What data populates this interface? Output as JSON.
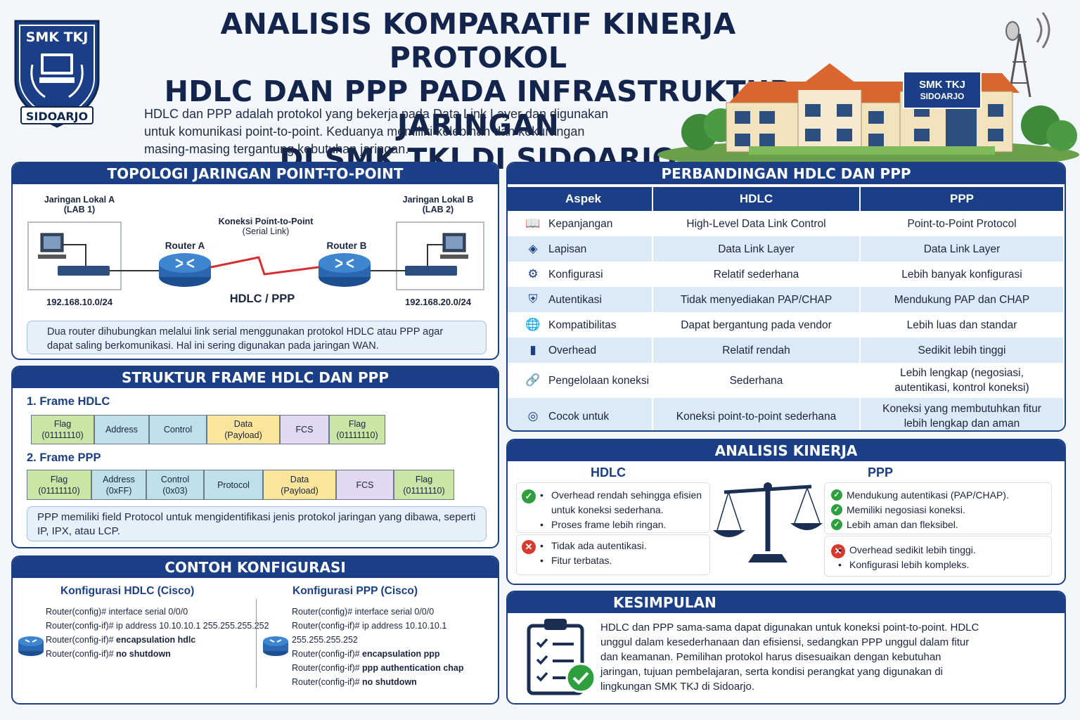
{
  "logo": {
    "top": "SMK TKJ",
    "bottom": "SIDOARJO"
  },
  "title": [
    "ANALISIS KOMPARATIF KINERJA PROTOKOL",
    "HDLC DAN PPP PADA INFRASTRUKTUR JARINGAN",
    "DI SMK TKJ DI SIDOARJO"
  ],
  "intro": "HDLC dan PPP adalah protokol yang bekerja pada Data Link Layer dan digunakan untuk komunikasi point-to-point. Keduanya memiliki kelebihan dan kekurangan masing-masing tergantung kebutuhan jaringan.",
  "building_sign": [
    "SMK TKJ",
    "SIDOARJO"
  ],
  "topology": {
    "header": "TOPOLOGI JARINGAN POINT-TO-POINT",
    "lan_a": [
      "Jaringan Lokal A",
      "(LAB 1)"
    ],
    "lan_b": [
      "Jaringan Lokal B",
      "(LAB 2)"
    ],
    "link": [
      "Koneksi Point-to-Point",
      "(Serial Link)"
    ],
    "router_a": "Router A",
    "router_b": "Router B",
    "ip_a": "192.168.10.0/24",
    "ip_b": "192.168.20.0/24",
    "protocol": "HDLC / PPP",
    "note": "Dua router dihubungkan melalui link serial menggunakan protokol HDLC atau PPP agar dapat saling berkomunikasi. Hal ini sering digunakan pada jaringan WAN."
  },
  "frames": {
    "header": "STRUKTUR FRAME HDLC DAN PPP",
    "hdlc_title": "1. Frame HDLC",
    "hdlc": [
      [
        "Flag",
        "(01111110)",
        "#c9e6a6"
      ],
      [
        "Address",
        "",
        "#bfe0e8"
      ],
      [
        "Control",
        "",
        "#bfe0e8"
      ],
      [
        "Data",
        "(Payload)",
        "#fbe59a"
      ],
      [
        "FCS",
        "",
        "#e2d8f2"
      ],
      [
        "Flag",
        "(01111110)",
        "#c9e6a6"
      ]
    ],
    "ppp_title": "2. Frame PPP",
    "ppp": [
      [
        "Flag",
        "(01111110)",
        "#c9e6a6"
      ],
      [
        "Address",
        "(0xFF)",
        "#bfe0e8"
      ],
      [
        "Control",
        "(0x03)",
        "#bfe0e8"
      ],
      [
        "Protocol",
        "",
        "#bfe0e8"
      ],
      [
        "Data",
        "(Payload)",
        "#fbe59a"
      ],
      [
        "FCS",
        "",
        "#e2d8f2"
      ],
      [
        "Flag",
        "(01111110)",
        "#c9e6a6"
      ]
    ],
    "note": "PPP memiliki field Protocol untuk mengidentifikasi jenis protokol jaringan yang dibawa, seperti IP, IPX, atau LCP."
  },
  "config": {
    "header": "CONTOH KONFIGURASI",
    "hdlc_title": "Konfigurasi HDLC (Cisco)",
    "hdlc": [
      [
        "Router(config)# ",
        "interface serial 0/0/0",
        false
      ],
      [
        "Router(config-if)# ",
        "ip address 10.10.10.1 255.255.255.252",
        false
      ],
      [
        "Router(config-if)# ",
        "encapsulation hdlc",
        true
      ],
      [
        "Router(config-if)# ",
        "no shutdown",
        true
      ]
    ],
    "ppp_title": "Konfigurasi PPP (Cisco)",
    "ppp": [
      [
        "Router(config)# ",
        "interface serial 0/0/0",
        false
      ],
      [
        "Router(config-if)# ",
        "ip address 10.10.10.1 255.255.255.252",
        false
      ],
      [
        "Router(config-if)# ",
        "encapsulation ppp",
        true
      ],
      [
        "Router(config-if)# ",
        "ppp authentication chap",
        true
      ],
      [
        "Router(config-if)# ",
        "no shutdown",
        true
      ]
    ]
  },
  "comparison": {
    "header": "PERBANDINGAN HDLC DAN PPP",
    "columns": [
      "Aspek",
      "HDLC",
      "PPP"
    ],
    "rows": [
      {
        "icon": "book-icon",
        "glyph": "📖",
        "aspect": "Kepanjangan",
        "hdlc": "High-Level Data Link Control",
        "ppp": "Point-to-Point Protocol"
      },
      {
        "icon": "layers-icon",
        "glyph": "◈",
        "aspect": "Lapisan",
        "hdlc": "Data Link Layer",
        "ppp": "Data Link Layer"
      },
      {
        "icon": "gear-icon",
        "glyph": "⚙",
        "aspect": "Konfigurasi",
        "hdlc": "Relatif sederhana",
        "ppp": "Lebih banyak konfigurasi"
      },
      {
        "icon": "shield-icon",
        "glyph": "⛨",
        "aspect": "Autentikasi",
        "hdlc": "Tidak menyediakan PAP/CHAP",
        "ppp": "Mendukung PAP dan CHAP"
      },
      {
        "icon": "globe-icon",
        "glyph": "🌐",
        "aspect": "Kompatibilitas",
        "hdlc": "Dapat bergantung pada vendor",
        "ppp": "Lebih luas dan standar"
      },
      {
        "icon": "bar-chart-icon",
        "glyph": "▮",
        "aspect": "Overhead",
        "hdlc": "Relatif rendah",
        "ppp": "Sedikit lebih tinggi"
      },
      {
        "icon": "link-icon",
        "glyph": "🔗",
        "aspect": "Pengelolaan koneksi",
        "hdlc": "Sederhana",
        "ppp": "Lebih lengkap (negosiasi, autentikasi, kontrol koneksi)"
      },
      {
        "icon": "target-icon",
        "glyph": "◎",
        "aspect": "Cocok untuk",
        "hdlc": "Koneksi point-to-point sederhana",
        "ppp": "Koneksi yang membutuhkan fitur lebih lengkap dan aman"
      }
    ]
  },
  "analysis": {
    "header": "ANALISIS KINERJA",
    "hdlc_title": "HDLC",
    "ppp_title": "PPP",
    "hdlc_pros": [
      "Overhead rendah sehingga efisien untuk koneksi sederhana.",
      "Proses frame lebih ringan."
    ],
    "hdlc_cons": [
      "Tidak ada autentikasi.",
      "Fitur terbatas."
    ],
    "ppp_pros": [
      "Mendukung autentikasi (PAP/CHAP).",
      "Memiliki negosiasi koneksi.",
      "Lebih aman dan fleksibel."
    ],
    "ppp_cons": [
      "Overhead sedikit lebih tinggi.",
      "Konfigurasi lebih kompleks."
    ]
  },
  "conclusion": {
    "header": "KESIMPULAN",
    "text": "HDLC dan PPP sama-sama dapat digunakan untuk koneksi point-to-point. HDLC unggul dalam kesederhanaan dan efisiensi, sedangkan PPP unggul dalam fitur dan keamanan. Pemilihan protokol harus disesuaikan dengan kebutuhan jaringan, tujuan pembelajaran, serta kondisi perangkat yang digunakan di lingkungan SMK TKJ di Sidoarjo."
  }
}
